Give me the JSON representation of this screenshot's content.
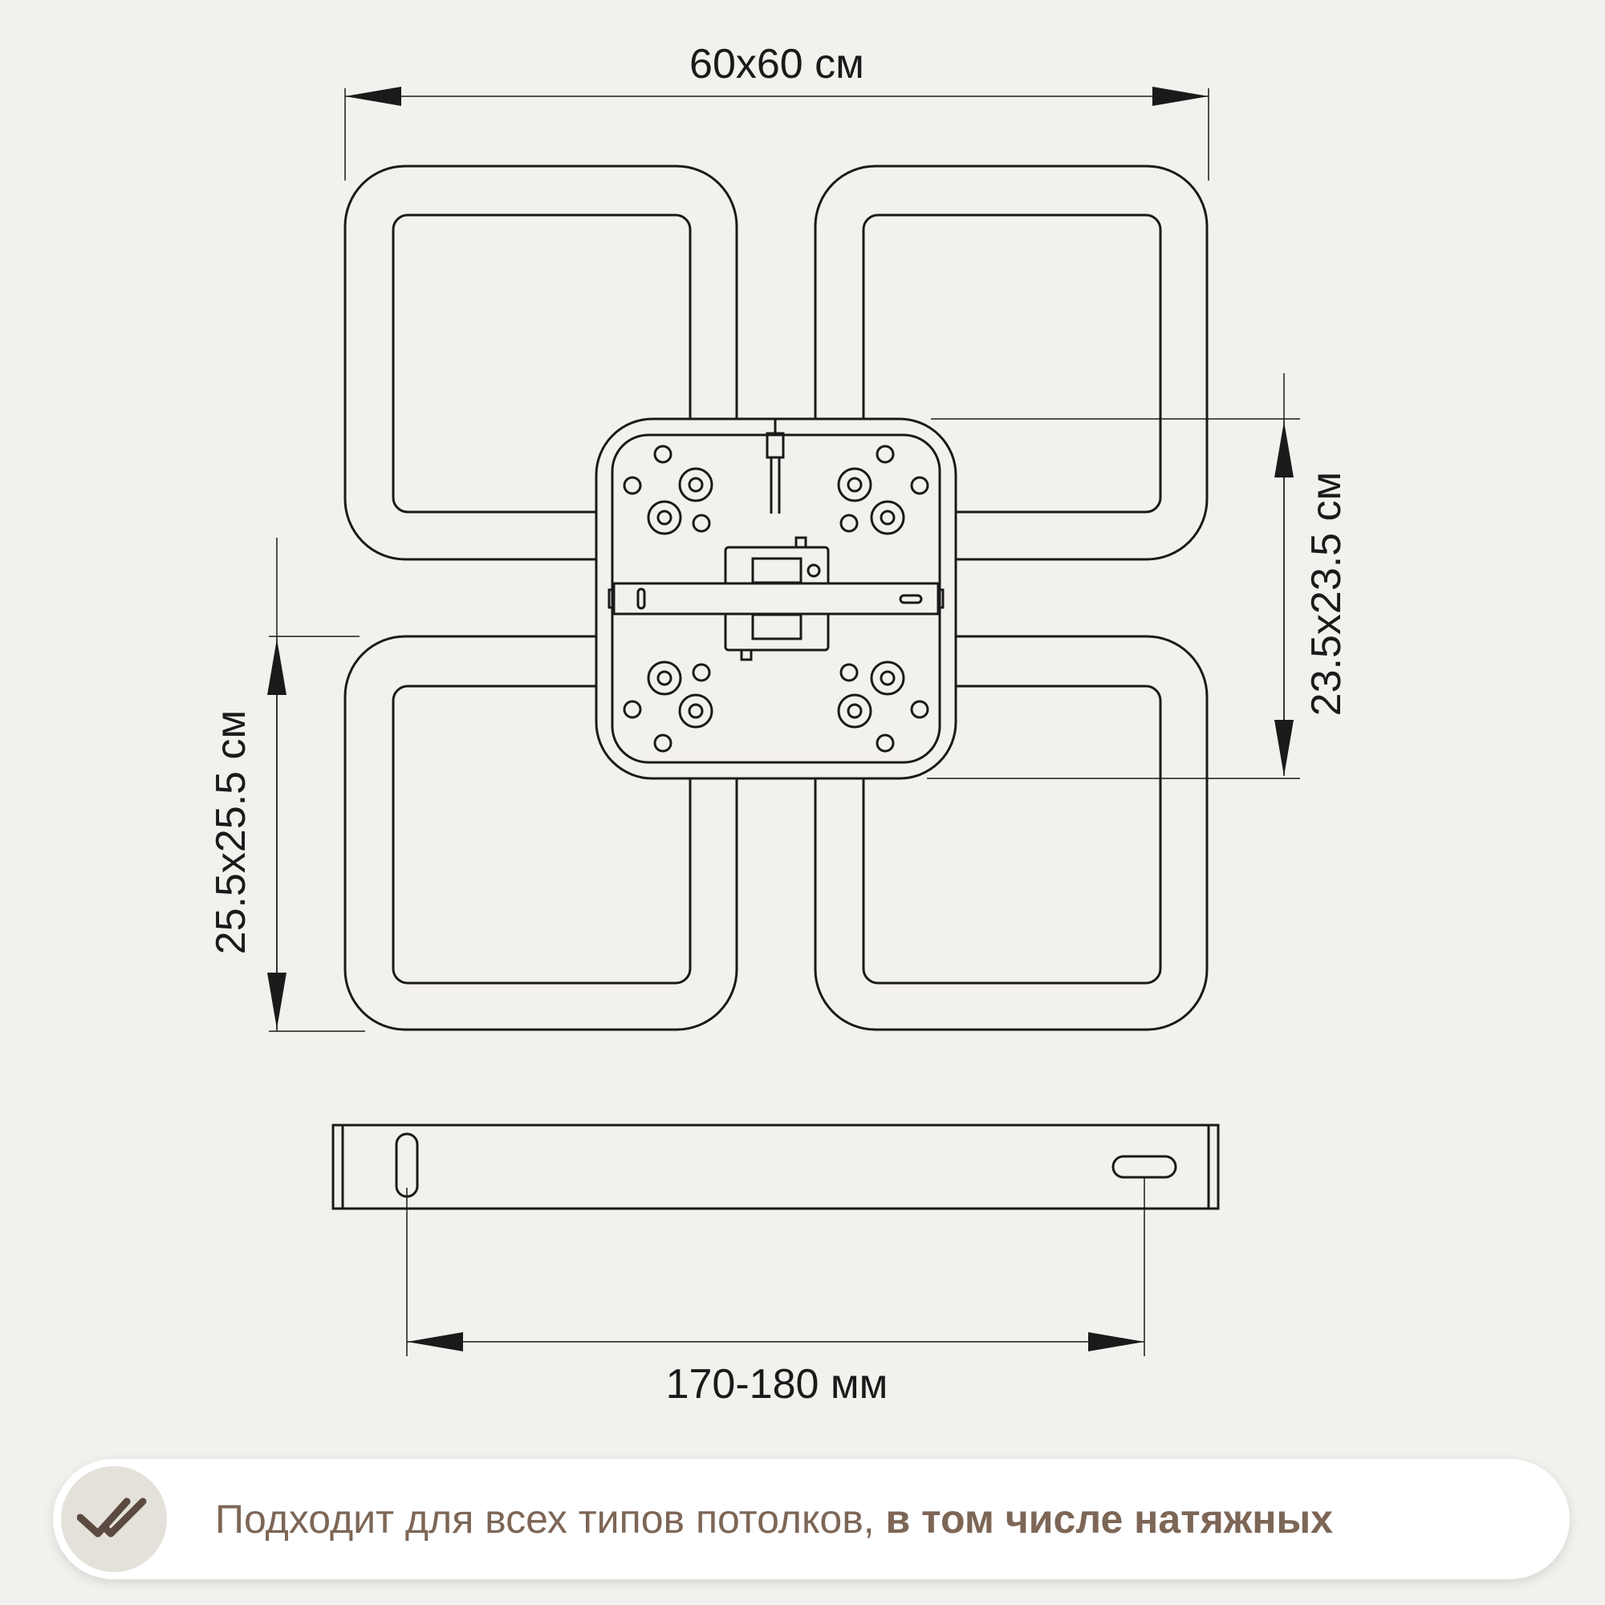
{
  "dimensions": {
    "overall": "60x60 см",
    "module": "25.5x25.5 см",
    "base": "23.5x23.5 см",
    "mounting_bar": "170-180 мм"
  },
  "banner": {
    "icon": "double-check-icon",
    "text_regular": "Подходит для всех типов потолков, ",
    "text_bold": "в том числе натяжных"
  },
  "colors": {
    "background": "#f3f1ed",
    "line": "#1a1a1a",
    "banner_text": "#7d6656",
    "badge": "#e4e0da"
  }
}
